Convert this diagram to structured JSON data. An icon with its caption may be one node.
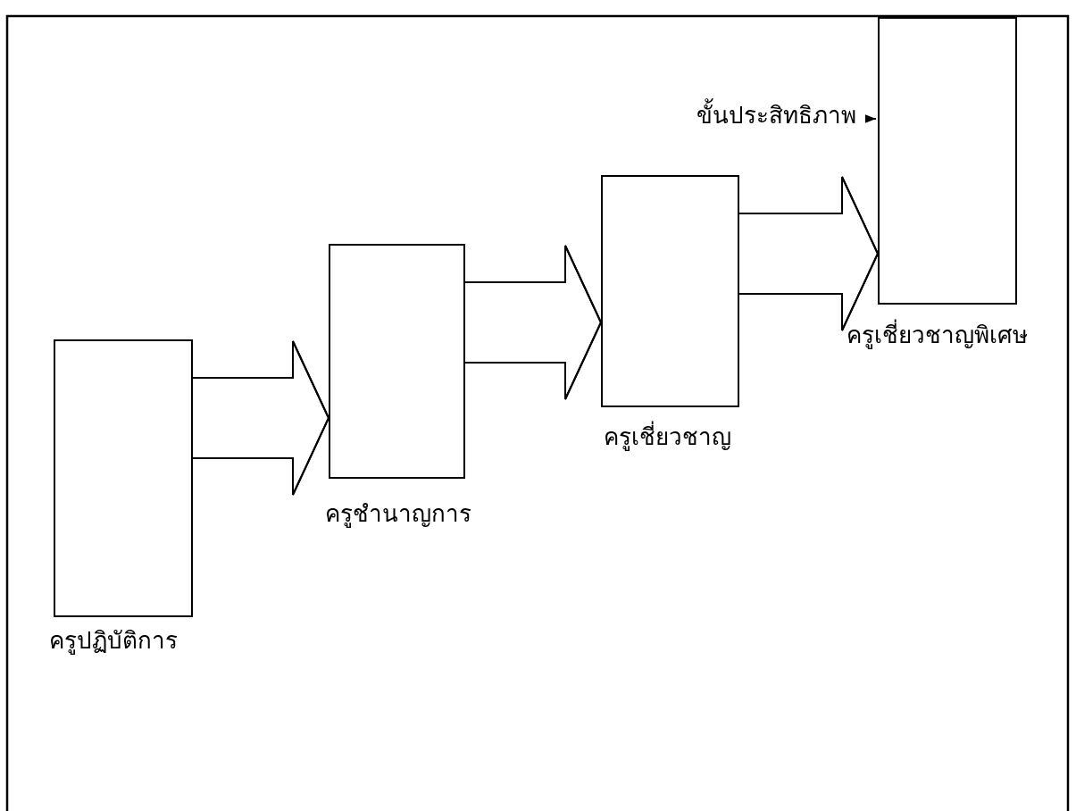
{
  "diagram": {
    "nodes": [
      {
        "text": [
          "ครูปฏิบัติการ"
        ]
      },
      {
        "text": [
          "ครูชำนาญการ"
        ]
      },
      {
        "text": [
          "ครูเชี่ยวชาญ"
        ]
      },
      {
        "text": [
          "ครูเชี่ยวชาญพิเศษ"
        ]
      },
      {
        "text": [
          "ขั้นประสิทธิภาพ"
        ]
      }
    ],
    "edges": [
      {
        "from": 0,
        "to": 1,
        "arrow": "to"
      },
      {
        "from": 1,
        "to": 2,
        "arrow": "to"
      },
      {
        "from": 2,
        "to": 3,
        "arrow": "to"
      },
      {
        "from": 4,
        "to": 3,
        "arrow": "to"
      }
    ]
  }
}
